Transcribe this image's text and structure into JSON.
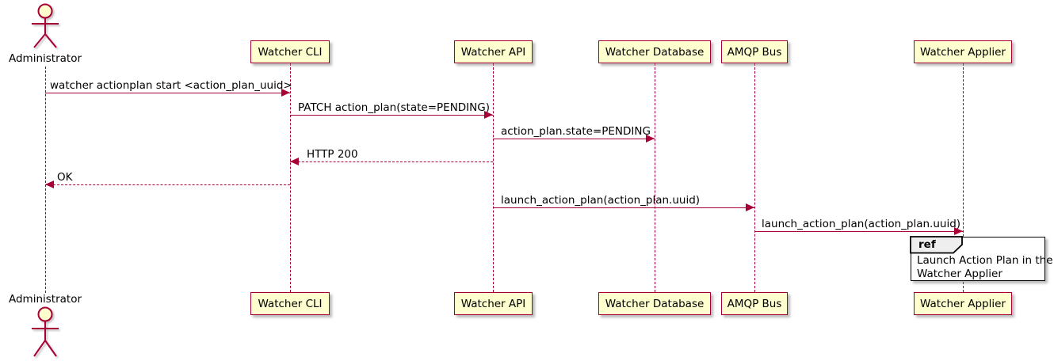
{
  "diagram_type": "uml-sequence-diagram",
  "participants": [
    {
      "label": "Administrator",
      "kind": "actor"
    },
    {
      "label": "Watcher CLI",
      "kind": "participant"
    },
    {
      "label": "Watcher API",
      "kind": "participant"
    },
    {
      "label": "Watcher Database",
      "kind": "participant"
    },
    {
      "label": "AMQP Bus",
      "kind": "participant"
    },
    {
      "label": "Watcher Applier",
      "kind": "participant"
    }
  ],
  "messages": [
    {
      "from": "Administrator",
      "to": "Watcher CLI",
      "label": "watcher actionplan start <action_plan_uuid>",
      "line": "solid",
      "direction": "right"
    },
    {
      "from": "Watcher CLI",
      "to": "Watcher API",
      "label": "PATCH action_plan(state=PENDING)",
      "line": "solid",
      "direction": "right"
    },
    {
      "from": "Watcher API",
      "to": "Watcher Database",
      "label": "action_plan.state=PENDING",
      "line": "solid",
      "direction": "right"
    },
    {
      "from": "Watcher API",
      "to": "Watcher CLI",
      "label": "HTTP 200",
      "line": "dashed",
      "direction": "left"
    },
    {
      "from": "Watcher CLI",
      "to": "Administrator",
      "label": "OK",
      "line": "dashed",
      "direction": "left"
    },
    {
      "from": "Watcher API",
      "to": "AMQP Bus",
      "label": "launch_action_plan(action_plan.uuid)",
      "line": "solid",
      "direction": "right"
    },
    {
      "from": "AMQP Bus",
      "to": "Watcher Applier",
      "label": "launch_action_plan(action_plan.uuid)",
      "line": "solid",
      "direction": "right"
    }
  ],
  "ref_fragment": {
    "keyword": "ref",
    "over": "Watcher Applier",
    "text_lines": [
      "Launch Action Plan in the",
      "Watcher Applier"
    ]
  },
  "colors": {
    "stroke": "#A80036",
    "participant_fill": "#FEFECE",
    "ref_header_fill": "#EEEEEE",
    "background": "#FFFFFF",
    "text": "#000000"
  }
}
